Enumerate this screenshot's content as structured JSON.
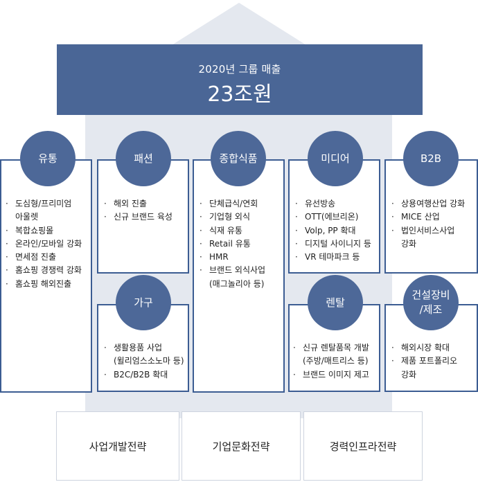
{
  "header": {
    "subtitle": "2020년 그룹 매출",
    "title": "23조원"
  },
  "sectors": [
    {
      "name": "유통",
      "items": [
        "도심형/프리미엄\n아울렛",
        "복합쇼핑몰",
        "온라인/모바일 강화",
        "면세점 진출",
        "홈쇼핑 경쟁력 강화",
        "홈쇼핑 해외진출"
      ]
    },
    {
      "name": "패션",
      "items": [
        "해외 진출",
        "신규 브랜드 육성"
      ]
    },
    {
      "name": "가구",
      "items": [
        "생활용품 사업\n(윌리엄스소노마 등)",
        "B2C/B2B 확대"
      ]
    },
    {
      "name": "종합식품",
      "items": [
        "단체급식/연회",
        "기업형 외식",
        "식재 유통",
        "Retail 유통",
        "HMR",
        "브랜드 외식사업\n(매그놀리아 등)"
      ]
    },
    {
      "name": "미디어",
      "items": [
        "유선방송",
        "OTT(에브리온)",
        "Volp, PP 확대",
        "디지털 사이니지 등",
        "VR 테마파크 등"
      ]
    },
    {
      "name": "렌탈",
      "items": [
        "신규 렌탈품목 개발\n(주방/매트리스 등)",
        "브랜드 이미지 제고"
      ]
    },
    {
      "name": "B2B",
      "items": [
        "상용여행산업 강화",
        "MICE 산업",
        "법인서비스사업\n강화"
      ]
    },
    {
      "name": "건설장비\n/제조",
      "items": [
        "해외시장 확대",
        "제품 포트폴리오\n강화"
      ]
    }
  ],
  "foundations": [
    "사업개발전략",
    "기업문화전략",
    "경력인프라전략"
  ],
  "colors": {
    "banner": "#4a6696",
    "circle": "#4d6898",
    "box_border": "#3b5c92",
    "house": "#e4e8ef"
  }
}
